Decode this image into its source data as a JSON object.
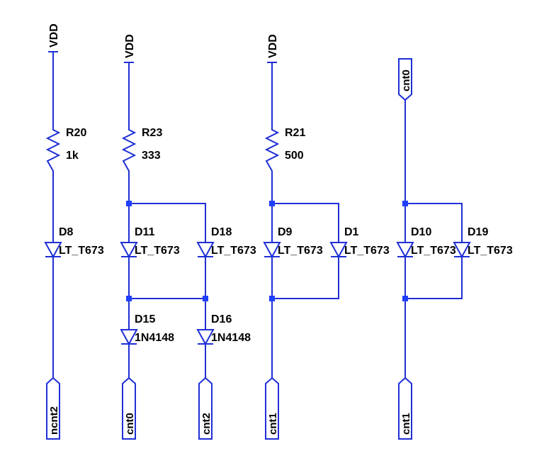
{
  "colors": {
    "wire": "#1f2fd6",
    "junction": "#1f3fff",
    "text": "#000000",
    "background": "#ffffff"
  },
  "power_labels": [
    "VDD",
    "VDD",
    "VDD"
  ],
  "resistors": [
    {
      "name": "R20",
      "value": "1k"
    },
    {
      "name": "R23",
      "value": "333"
    },
    {
      "name": "R21",
      "value": "500"
    }
  ],
  "diodes": [
    {
      "name": "D8",
      "model": "LT_T673"
    },
    {
      "name": "D11",
      "model": "LT_T673"
    },
    {
      "name": "D18",
      "model": "LT_T673"
    },
    {
      "name": "D9",
      "model": "LT_T673"
    },
    {
      "name": "D1",
      "model": "LT_T673"
    },
    {
      "name": "D10",
      "model": "LT_T673"
    },
    {
      "name": "D19",
      "model": "LT_T673"
    },
    {
      "name": "D15",
      "model": "1N4148"
    },
    {
      "name": "D16",
      "model": "1N4148"
    }
  ],
  "ports": [
    "ncnt2",
    "cnt0",
    "cnt2",
    "cnt1",
    "cnt0",
    "cnt1"
  ]
}
